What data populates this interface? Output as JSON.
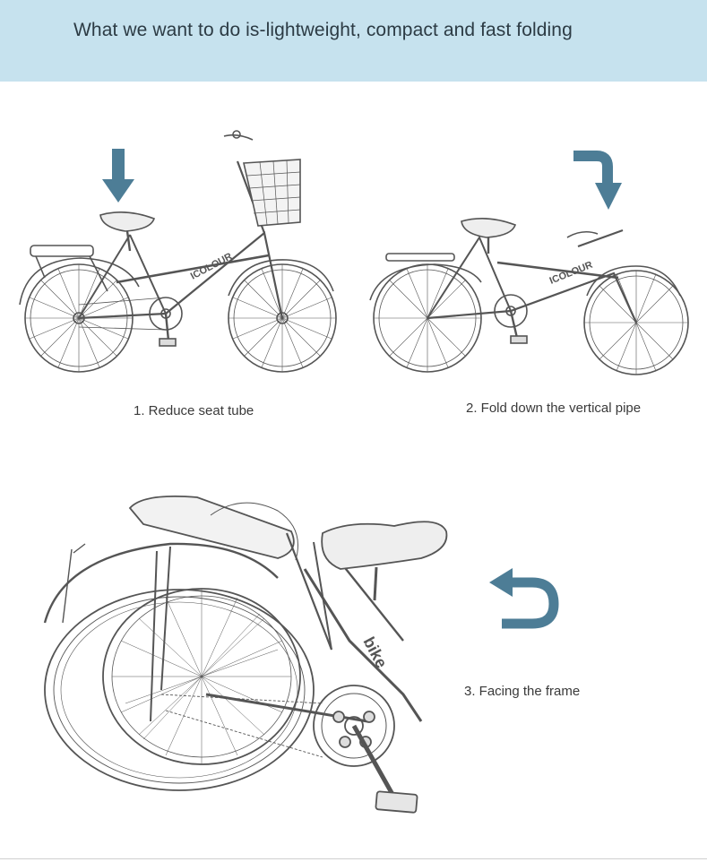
{
  "banner": {
    "title": "What we want to do is-lightweight, compact and fast folding",
    "color": "#c6e2ee"
  },
  "steps": [
    {
      "caption": "1. Reduce seat tube",
      "icon": "arrow-down-icon"
    },
    {
      "caption": "2. Fold down the vertical pipe",
      "icon": "arrow-turn-down-icon"
    },
    {
      "caption": "3. Facing the frame",
      "icon": "arrow-u-turn-left-icon"
    }
  ],
  "bike_brand_text": "ICOLOUR",
  "bike_brand_text_3": "bike",
  "accent_color": "#4d7d96"
}
